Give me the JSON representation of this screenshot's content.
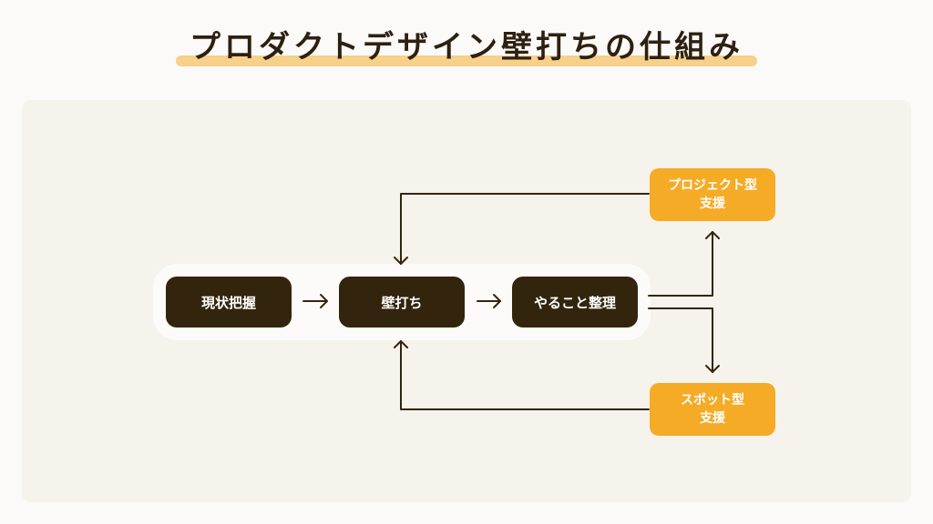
{
  "title": "プロダクトデザイン壁打ちの仕組み",
  "colors": {
    "background": "#fbfaf9",
    "panel": "#f6f2ec",
    "node_dark": "#33250d",
    "node_accent": "#f5ab26",
    "title_highlight": "#f7d08a",
    "line": "#33250d"
  },
  "flow": {
    "steps": [
      {
        "label": "現状把握"
      },
      {
        "label": "壁打ち"
      },
      {
        "label": "やること整理"
      }
    ]
  },
  "outcomes": {
    "project": "プロジェクト型\n支援",
    "spot": "スポット型\n支援"
  }
}
